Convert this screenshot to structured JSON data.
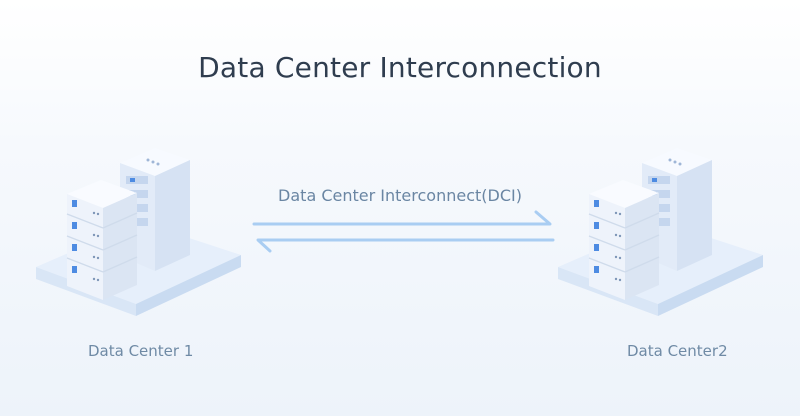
{
  "title": "Data Center Interconnection",
  "link": {
    "label": "Data Center Interconnect(DCI)"
  },
  "data_centers": [
    {
      "label": "Data Center 1"
    },
    {
      "label": "Data Center2"
    }
  ],
  "colors": {
    "title": "#2f3d4f",
    "labels": "#6f8aa5",
    "arrow": "#a9cdf2",
    "platform_top": "#e4eefb",
    "server_face": "#f5f8fd",
    "accent": "#4d8be2"
  }
}
